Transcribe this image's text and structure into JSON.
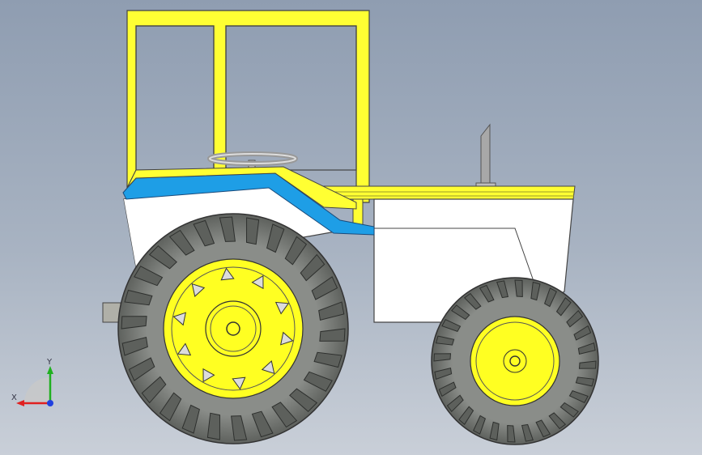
{
  "viewport": {
    "background_top": "#8f9db1",
    "background_bottom": "#c9cfd8"
  },
  "model": {
    "name": "tractor",
    "colors": {
      "cab": "#ffff33",
      "cab_outline": "#444444",
      "body": "#ffffff",
      "stripe": "#1e9ee6",
      "tire": "#7b7e7a",
      "tire_dark": "#3c3e3c",
      "rim": "#ffff22",
      "steel": "#b8b8b8"
    }
  },
  "triad": {
    "x_label": "X",
    "y_label": "Y",
    "x_color": "#e02020",
    "y_color": "#20b020",
    "z_color": "#2040e0"
  }
}
